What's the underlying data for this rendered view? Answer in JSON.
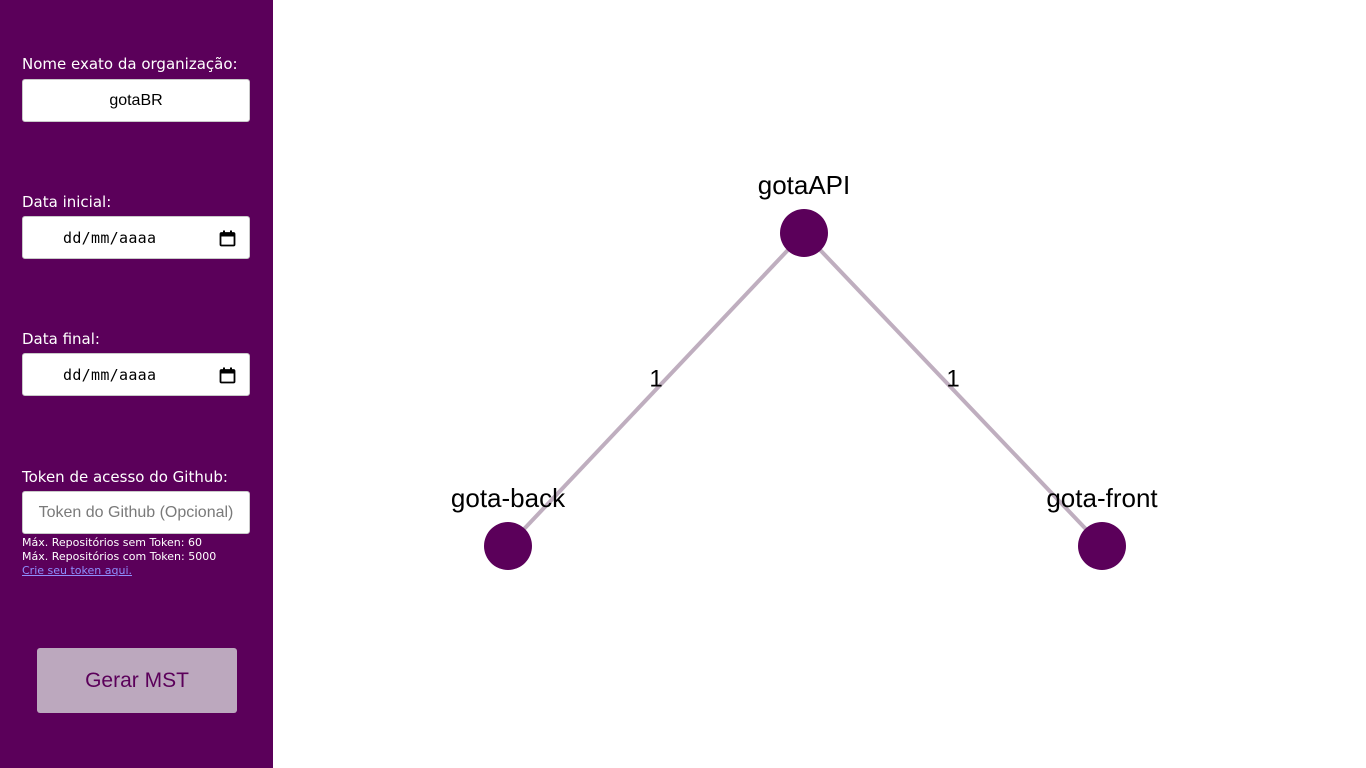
{
  "sidebar": {
    "org_label": "Nome exato da organização:",
    "org_value": "gotaBR",
    "start_label": "Data inicial:",
    "start_placeholder": "dd/mm/aaaa",
    "end_label": "Data final:",
    "end_placeholder": "dd/mm/aaaa",
    "token_label": "Token de acesso do Github:",
    "token_placeholder": "Token do Github (Opcional)",
    "hint_no_token": "Máx. Repositórios sem Token: 60",
    "hint_with_token": "Máx. Repositórios com Token: 5000",
    "create_token_link": "Crie seu token aqui.",
    "generate_button": "Gerar MST",
    "calendar_icon": "calendar-icon"
  },
  "graph": {
    "nodes": [
      {
        "id": "gotaAPI",
        "label": "gotaAPI"
      },
      {
        "id": "gota-back",
        "label": "gota-back"
      },
      {
        "id": "gota-front",
        "label": "gota-front"
      }
    ],
    "edges": [
      {
        "from": "gotaAPI",
        "to": "gota-back",
        "weight": "1"
      },
      {
        "from": "gotaAPI",
        "to": "gota-front",
        "weight": "1"
      }
    ]
  },
  "colors": {
    "sidebar_bg": "#5b005a",
    "node_fill": "#5b005a",
    "edge_stroke": "#bfaebf",
    "button_bg": "#bca8be",
    "link": "#8f8fff"
  }
}
